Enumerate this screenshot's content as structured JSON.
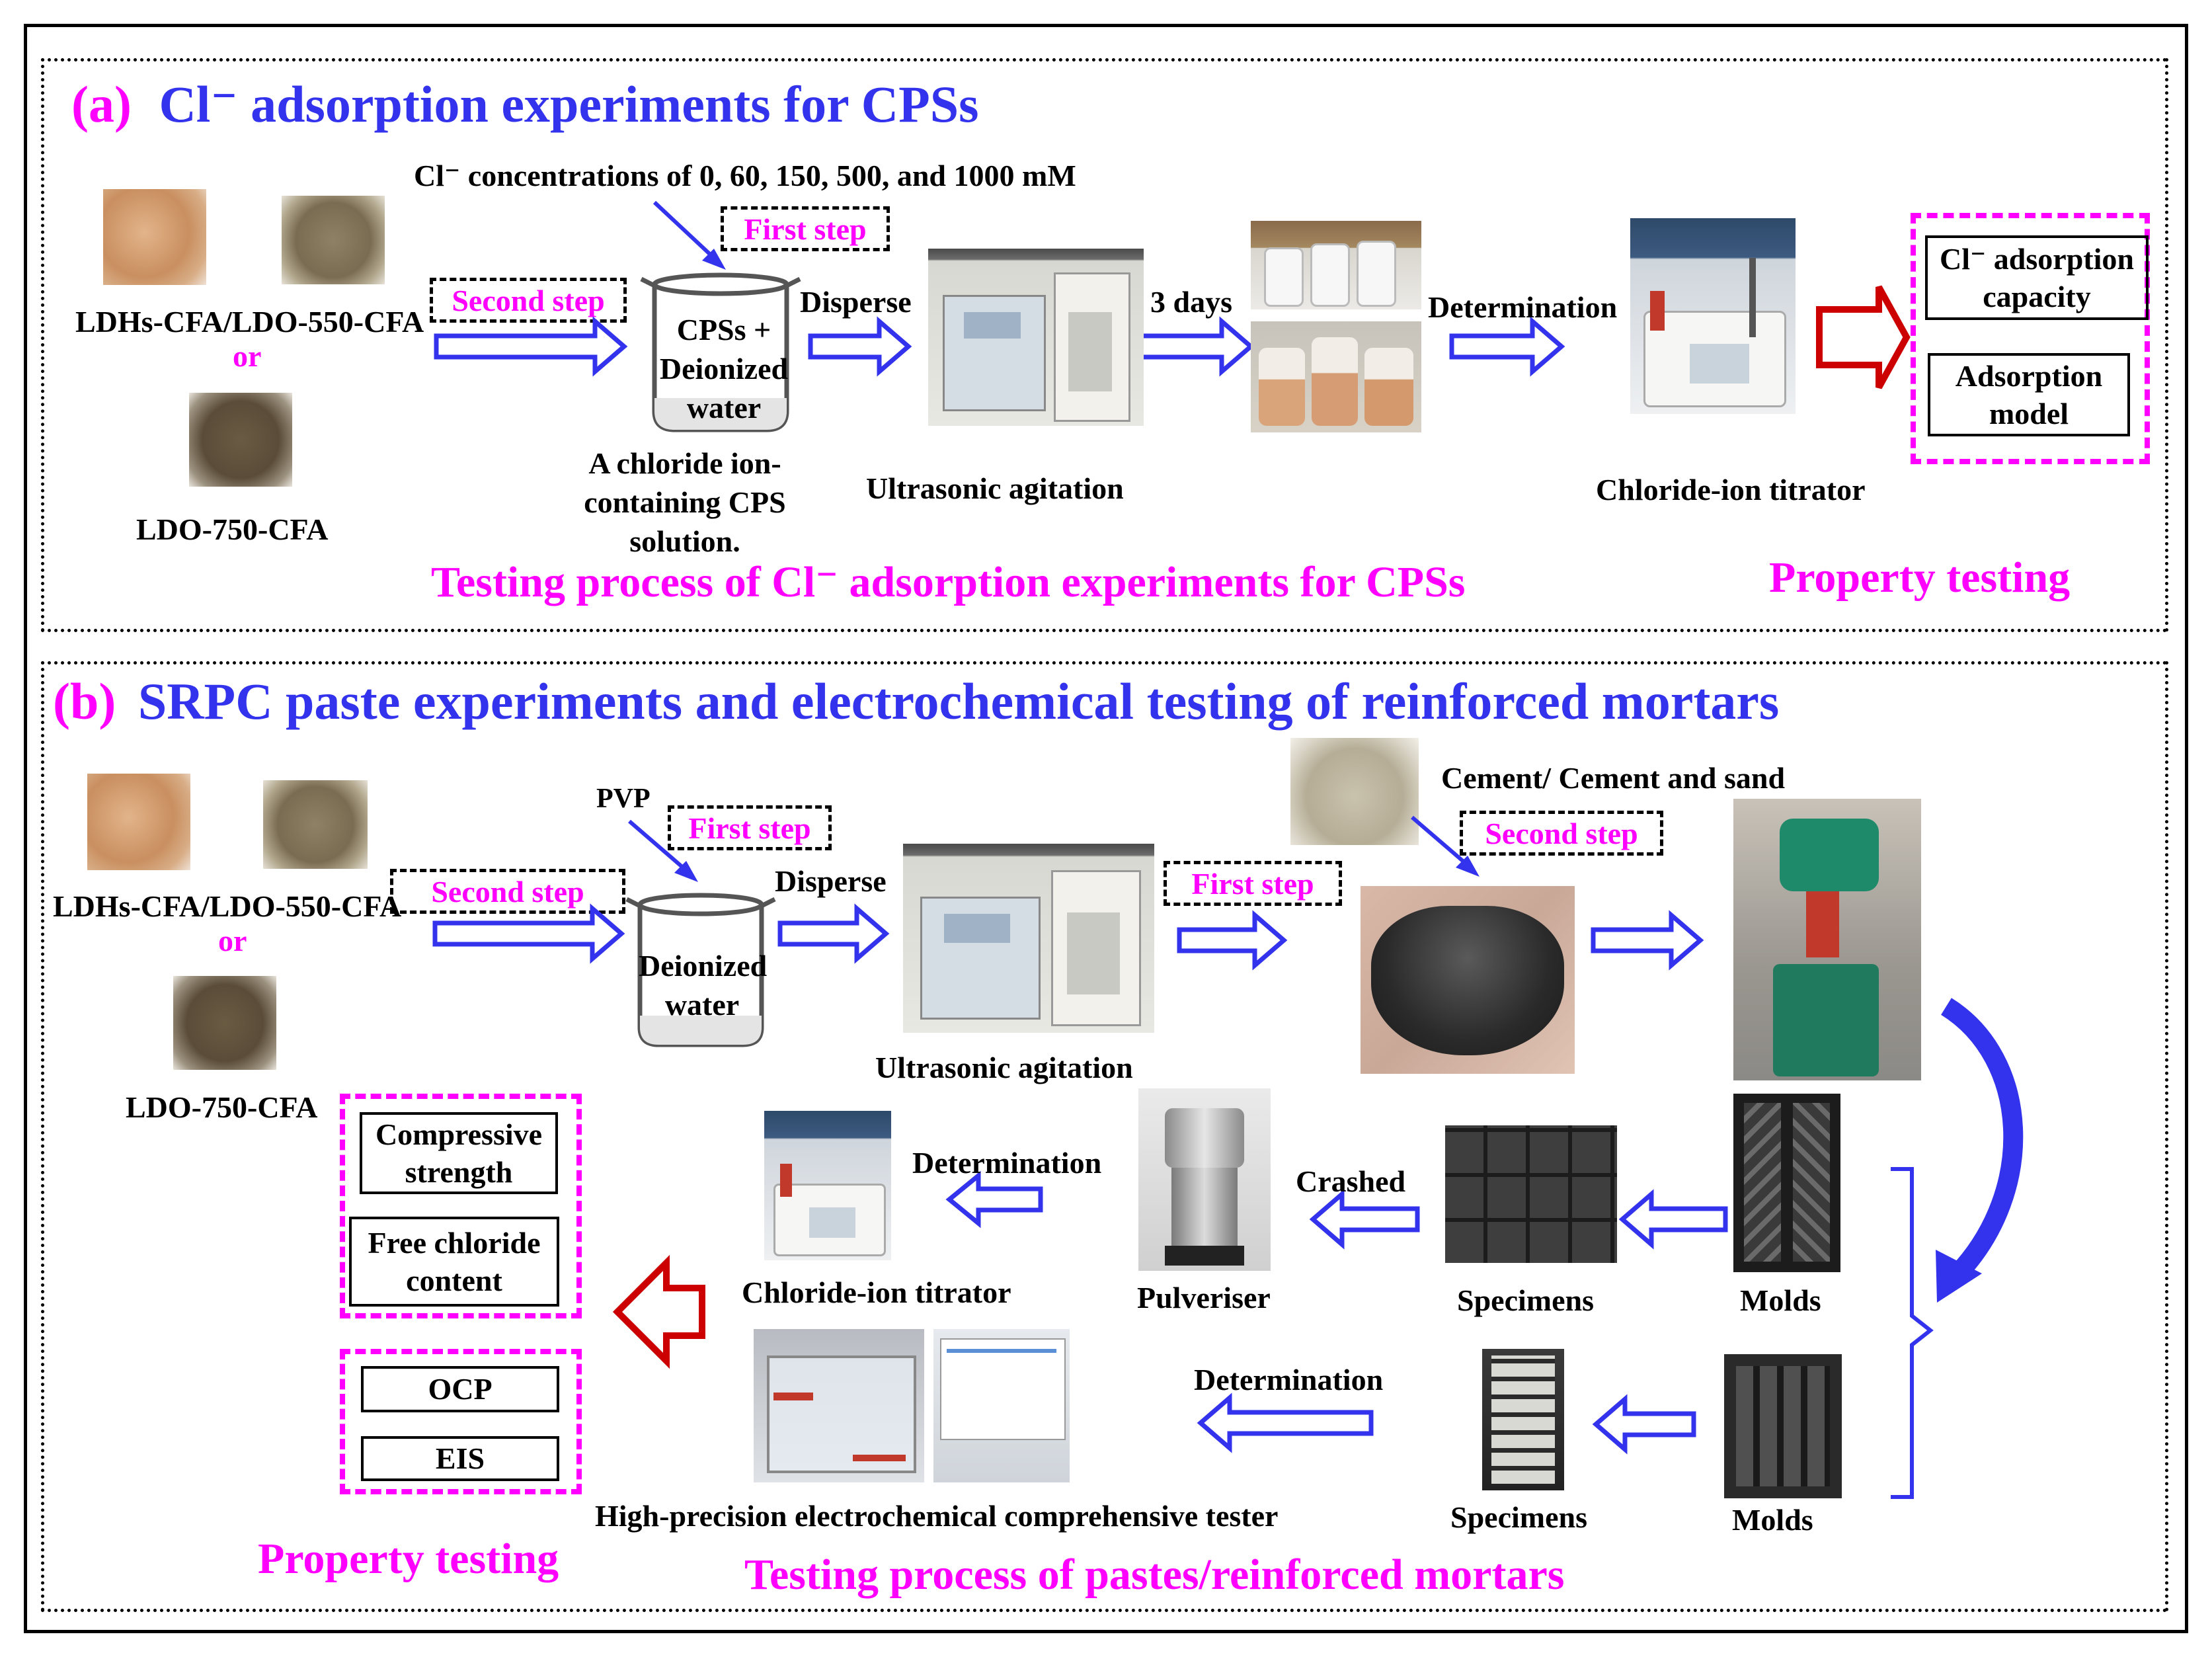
{
  "panel_a": {
    "tag": "(a)",
    "title": "Cl⁻ adsorption experiments for CPSs",
    "materials": {
      "ldh_550": "LDHs-CFA/LDO-550-CFA",
      "or": "or",
      "ldo_750": "LDO-750-CFA"
    },
    "concentrations": "Cl⁻ concentrations of 0, 60, 150, 500, and 1000 mM",
    "first_step": "First step",
    "second_step": "Second step",
    "beaker_text": "CPSs + Deionized water",
    "solution_caption": "A chloride ion-containing CPS solution.",
    "disperse": "Disperse",
    "ultrasonic": "Ultrasonic agitation",
    "days": "3 days",
    "determination": "Determination",
    "titrator": "Chloride-ion titrator",
    "prop_capacity": "Cl⁻ adsorption capacity",
    "prop_model": "Adsorption model",
    "process_caption": "Testing process of Cl⁻ adsorption experiments for CPSs",
    "property_caption": "Property testing"
  },
  "panel_b": {
    "tag": "(b)",
    "title": "SRPC paste experiments and electrochemical testing of reinforced mortars",
    "materials": {
      "ldh_550": "LDHs-CFA/LDO-550-CFA",
      "or": "or",
      "ldo_750": "LDO-750-CFA"
    },
    "pvp": "PVP",
    "first_step": "First step",
    "second_step": "Second step",
    "beaker_text": "Deionized water",
    "disperse": "Disperse",
    "ultrasonic": "Ultrasonic agitation",
    "first_step_2": "First step",
    "cement": "Cement/ Cement and sand",
    "second_step_2": "Second step",
    "molds_1": "Molds",
    "specimens_1": "Specimens",
    "crashed": "Crashed",
    "pulveriser": "Pulveriser",
    "determination_1": "Determination",
    "titrator": "Chloride-ion titrator",
    "molds_2": "Molds",
    "specimens_2": "Specimens",
    "determination_2": "Determination",
    "tester": "High-precision electrochemical comprehensive tester",
    "prop_compressive": "Compressive strength",
    "prop_chloride": "Free chloride content",
    "prop_ocp": "OCP",
    "prop_eis": "EIS",
    "property_caption": "Property testing",
    "process_caption": "Testing process of pastes/reinforced mortars"
  },
  "colors": {
    "magenta": "#ff00ff",
    "blue": "#3333ee",
    "red_arrow": "#cc0000"
  }
}
